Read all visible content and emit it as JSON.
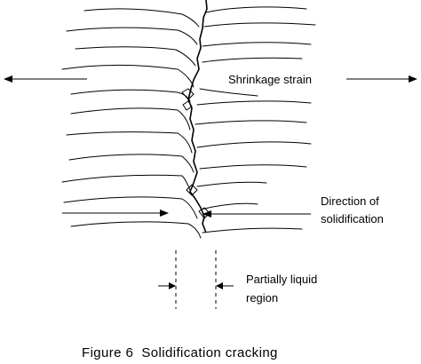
{
  "labels": {
    "shrinkage": "Shrinkage strain",
    "direction_line1": "Direction of",
    "direction_line2": "solidification",
    "partial_line1": "Partially liquid",
    "partial_line2": "region"
  },
  "caption": "Figure 6  Solidification cracking"
}
